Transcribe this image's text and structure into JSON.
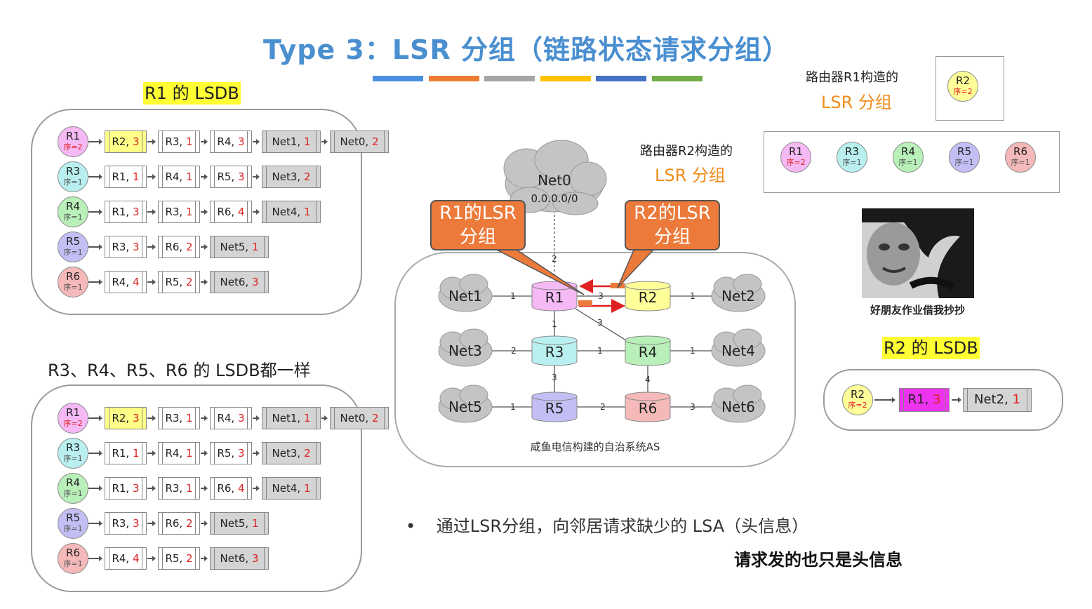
{
  "title": "Type 3：LSR 分组（链路状态请求分组）",
  "color_bar": [
    "#4a90e2",
    "#ee7d31",
    "#a5a5a5",
    "#ffc000",
    "#4472c4",
    "#70ad47"
  ],
  "r1_lsdb": {
    "label": "R1 的 LSDB",
    "rows": [
      {
        "node": "R1",
        "seq": "序=2",
        "seq_red": true,
        "node_color": "#f5b9f5",
        "cells": [
          {
            "n": "R2,",
            "v": "3",
            "bg": "#ffff88"
          },
          {
            "n": "R3,",
            "v": "1",
            "bg": "#ffffff"
          },
          {
            "n": "R4,",
            "v": "3",
            "bg": "#ffffff"
          },
          {
            "n": "Net1,",
            "v": "1",
            "bg": "#d4d4d4"
          },
          {
            "n": "Net0,",
            "v": "2",
            "bg": "#d4d4d4"
          }
        ]
      },
      {
        "node": "R3",
        "seq": "序=1",
        "seq_red": false,
        "node_color": "#b9f0ef",
        "cells": [
          {
            "n": "R1,",
            "v": "1",
            "bg": "#ffffff"
          },
          {
            "n": "R4,",
            "v": "1",
            "bg": "#ffffff"
          },
          {
            "n": "R5,",
            "v": "3",
            "bg": "#ffffff"
          },
          {
            "n": "Net3,",
            "v": "2",
            "bg": "#d4d4d4"
          }
        ]
      },
      {
        "node": "R4",
        "seq": "序=1",
        "seq_red": false,
        "node_color": "#b9f0b9",
        "cells": [
          {
            "n": "R1,",
            "v": "3",
            "bg": "#ffffff"
          },
          {
            "n": "R3,",
            "v": "1",
            "bg": "#ffffff"
          },
          {
            "n": "R6,",
            "v": "4",
            "bg": "#ffffff"
          },
          {
            "n": "Net4,",
            "v": "1",
            "bg": "#d4d4d4"
          }
        ]
      },
      {
        "node": "R5",
        "seq": "序=1",
        "seq_red": false,
        "node_color": "#c3bff5",
        "cells": [
          {
            "n": "R3,",
            "v": "3",
            "bg": "#ffffff"
          },
          {
            "n": "R6,",
            "v": "2",
            "bg": "#ffffff"
          },
          {
            "n": "Net5,",
            "v": "1",
            "bg": "#d4d4d4"
          }
        ]
      },
      {
        "node": "R6",
        "seq": "序=1",
        "seq_red": false,
        "node_color": "#f5b9b9",
        "cells": [
          {
            "n": "R4,",
            "v": "4",
            "bg": "#ffffff"
          },
          {
            "n": "R5,",
            "v": "2",
            "bg": "#ffffff"
          },
          {
            "n": "Net6,",
            "v": "3",
            "bg": "#d4d4d4"
          }
        ]
      }
    ]
  },
  "others_lsdb": {
    "label": "R3、R4、R5、R6 的 LSDB都一样"
  },
  "network": {
    "caption": "咸鱼电信构建的自治系统AS",
    "net0": {
      "name": "Net0",
      "addr": "0.0.0.0/0"
    },
    "callout_r1": "R1的LSR 分组",
    "callout_r2": "R2的LSR 分组",
    "routers": [
      {
        "name": "R1",
        "color": "#f5b9f5"
      },
      {
        "name": "R2",
        "color": "#ffff99"
      },
      {
        "name": "R3",
        "color": "#b9f0ef"
      },
      {
        "name": "R4",
        "color": "#b9f0b9"
      },
      {
        "name": "R5",
        "color": "#c3bff5"
      },
      {
        "name": "R6",
        "color": "#f5b9b9"
      }
    ],
    "nets": [
      "Net1",
      "Net2",
      "Net3",
      "Net4",
      "Net5",
      "Net6"
    ],
    "costs": {
      "net0_r1": "2",
      "net1_r1": "1",
      "r1_r2": "3",
      "r2_net2": "1",
      "r1_r3": "1",
      "r1_r4": "3",
      "net3_r3": "2",
      "r3_r4": "1",
      "r4_net4": "1",
      "r3_r5": "3",
      "r4_r6": "4",
      "net5_r5": "1",
      "r5_r6": "2",
      "r6_net6": "3"
    }
  },
  "r1_lsr": {
    "line1": "路由器R1构造的",
    "line2": "LSR 分组",
    "entry": {
      "node": "R2",
      "seq": "序=2"
    }
  },
  "r2_lsr": {
    "line1": "路由器R2构造的",
    "line2": "LSR 分组",
    "entries": [
      {
        "node": "R1",
        "seq": "序=2",
        "color": "#f5b9f5",
        "red": true
      },
      {
        "node": "R3",
        "seq": "序=1",
        "color": "#b9f0ef",
        "red": false
      },
      {
        "node": "R4",
        "seq": "序=1",
        "color": "#b9f0b9",
        "red": false
      },
      {
        "node": "R5",
        "seq": "序=1",
        "color": "#c3bff5",
        "red": false
      },
      {
        "node": "R6",
        "seq": "序=1",
        "color": "#f5b9b9",
        "red": false
      }
    ]
  },
  "meme_caption": "好朋友作业借我抄抄",
  "r2_lsdb": {
    "label": "R2 的 LSDB",
    "node": "R2",
    "seq": "序=2",
    "cells": [
      {
        "n": "R1,",
        "v": "3",
        "bg": "#ee33ee"
      },
      {
        "n": "Net2,",
        "v": "1",
        "bg": "#d4d4d4"
      }
    ]
  },
  "bullet": "通过LSR分组，向邻居请求缺少的 LSA（头信息）",
  "note": "请求发的也只是头信息"
}
